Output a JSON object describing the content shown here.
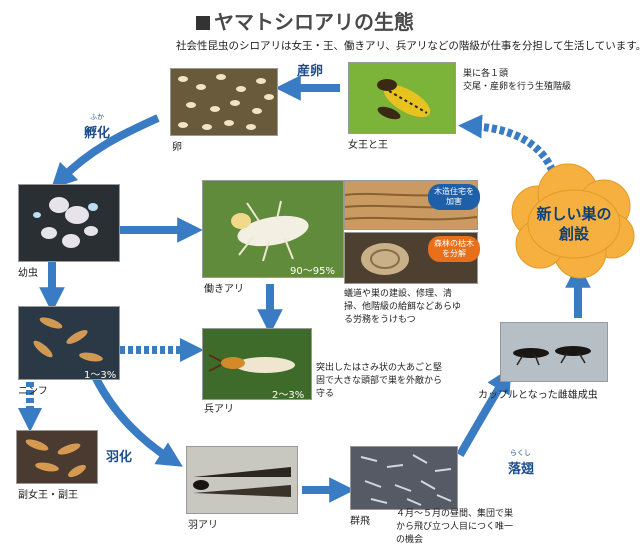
{
  "title": "ヤマトシロアリの生態",
  "subtitle": "社会性昆虫のシロアリは女王・王、働きアリ、兵アリなどの階級が仕事を分担して生活しています。",
  "stages": {
    "sanran": "産卵",
    "fuka": "孵化",
    "fuka_ruby": "ふか",
    "uka": "羽化",
    "rakushi": "落翅",
    "rakushi_ruby": "らくし"
  },
  "captions": {
    "egg": "卵",
    "queen_king": "女王と王",
    "queen_note_line1": "巣に各１頭",
    "queen_note_line2": "交尾・産卵を行う生殖階級",
    "larva": "幼虫",
    "worker": "働きアリ",
    "worker_pct": "90～95%",
    "worker_note": "蟻道や巣の建設、修理、清掃、他階級の給餌などあらゆる労務をうけもつ",
    "badge_wood_house": "木造住宅を加害",
    "badge_forest": "森林の枯木を分解",
    "nymph": "ニンフ",
    "nymph_pct": "1～3%",
    "soldier": "兵アリ",
    "soldier_pct": "2～3%",
    "soldier_note": "突出したはさみ状の大あごと堅固で大きな頭部で巣を外敵から守る",
    "sub_queen": "副女王・副王",
    "alate": "羽アリ",
    "swarm": "群飛",
    "swarm_note": "４月～５月の昼間、集団で巣から飛び立つ人目につく唯一の機会",
    "couple": "カップルとなった雌雄成虫",
    "new_nest_line1": "新しい巣の",
    "new_nest_line2": "創設"
  },
  "colors": {
    "arrow": "#3a7cc4",
    "stage_text": "#1f4e8c",
    "cloud": "#f6b040",
    "badge_blue": "#1d5fa8",
    "badge_orange": "#e8701a"
  }
}
